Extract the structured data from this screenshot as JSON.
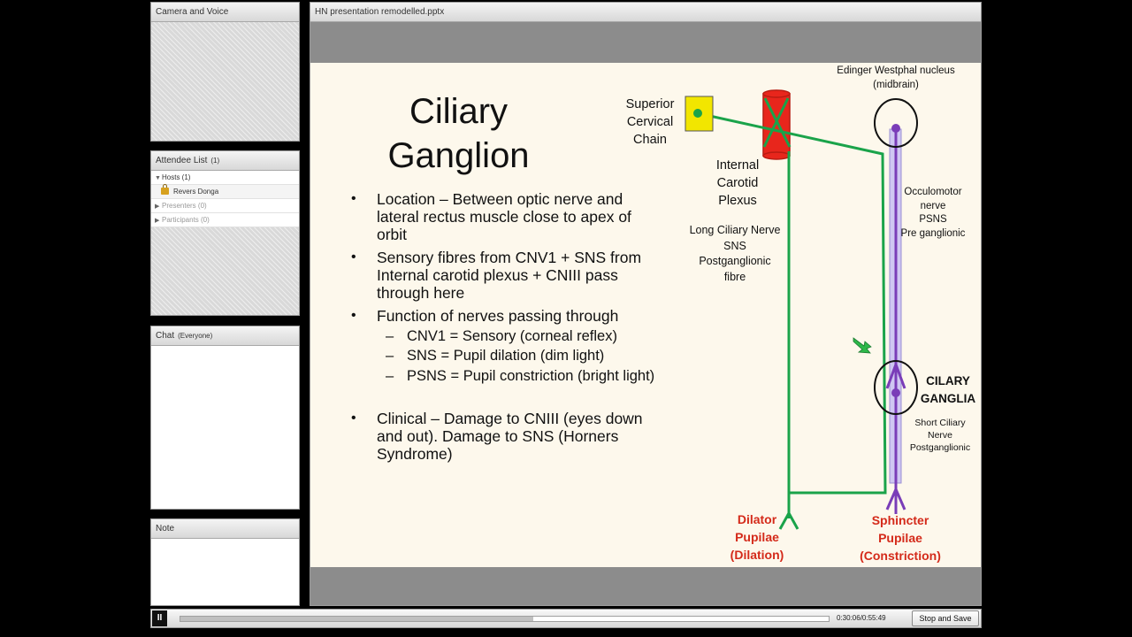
{
  "pods": {
    "camera": {
      "title": "Camera and Voice"
    },
    "attendees": {
      "title": "Attendee List",
      "count": "(1)",
      "rows": [
        {
          "label": "Hosts (1)"
        },
        {
          "label": "Revers Donga"
        },
        {
          "label": "Presenters (0)"
        },
        {
          "label": "Participants (0)"
        }
      ]
    },
    "chat": {
      "title": "Chat",
      "scope": "(Everyone)"
    },
    "note": {
      "title": "Note"
    }
  },
  "share": {
    "title": "HN presentation remodelled.pptx"
  },
  "slide": {
    "title_line1": "Ciliary",
    "title_line2": "Ganglion",
    "bullets": [
      {
        "lines": [
          "Location – Between optic nerve and",
          "lateral rectus muscle close to apex of",
          "orbit"
        ]
      },
      {
        "lines": [
          "Sensory fibres from CNV1 + SNS from",
          "Internal carotid plexus + CNIII pass",
          "through here"
        ]
      },
      {
        "lines": [
          "Function of nerves passing through"
        ]
      },
      {
        "lines": [
          "Clinical – Damage to CNIII (eyes down",
          "and out). Damage to SNS (Horners",
          "Syndrome)"
        ]
      }
    ],
    "sub_bullets": [
      "CNV1 = Sensory (corneal reflex)",
      "SNS =  Pupil dilation (dim light)",
      "PSNS = Pupil constriction (bright light)"
    ],
    "bullet_symbol": "•",
    "dash_symbol": "–",
    "diagram": {
      "superior_cervical": [
        "Superior",
        "Cervical",
        "Chain"
      ],
      "internal_carotid": [
        "Internal",
        "Carotid",
        "Plexus"
      ],
      "long_ciliary": [
        "Long Ciliary Nerve",
        "SNS",
        "Postganglionic",
        "fibre"
      ],
      "edinger": [
        "Edinger Westphal nucleus",
        "(midbrain)"
      ],
      "occulomotor": [
        "Occulomotor",
        "nerve",
        "PSNS",
        "Pre ganglionic"
      ],
      "ciliary_ganglia": [
        "CILARY",
        "GANGLIA"
      ],
      "short_ciliary": [
        "Short Ciliary",
        "Nerve",
        "Postganglionic"
      ],
      "dilator": [
        "Dilator",
        "Pupilae",
        "(Dilation)"
      ],
      "sphincter": [
        "Sphincter",
        "Pupilae",
        "(Constriction)"
      ],
      "colors": {
        "nerve_green": "#1aa34a",
        "psns_purple": "#7a3db8",
        "accent_red": "#d42a1a",
        "ganglion_yellow": "#f2e600"
      }
    }
  },
  "player": {
    "pause_icon": "pause-icon",
    "pause_symbol": "II",
    "progress": 0.545,
    "time": "0:30:06/0:55:49",
    "stop_label": "Stop and Save"
  }
}
